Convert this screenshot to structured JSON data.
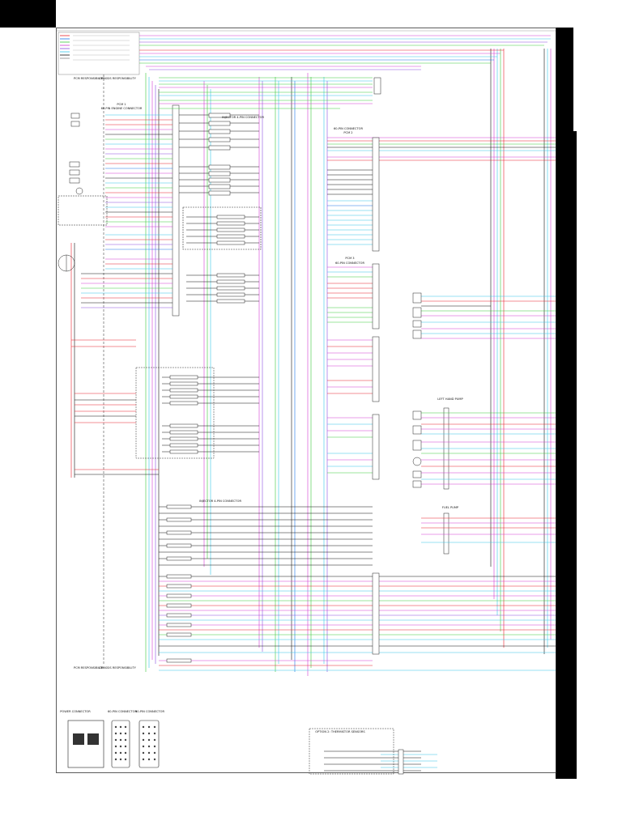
{
  "colors": {
    "red": "#e8202a",
    "blue": "#1a73e8",
    "cyan": "#35c6e8",
    "green": "#3cc93c",
    "magenta": "#d23cd2",
    "violet": "#8a4de0",
    "black": "#111111",
    "gray": "#888888"
  },
  "blocks": {
    "pcm1": "PCM 1",
    "pcm1_conn": "60-PIN ENGINE CONNECTOR",
    "pcm2": "PCM 2",
    "pcm2_conn": "60-PIN CONNECTOR",
    "pcm3": "PCM 3",
    "pcm3_conn": "60-PIN CONNECTOR",
    "injector1": "INJECTOR 4-PIN CONNECTOR",
    "injector2": "INJECTOR 4-PIN CONNECTOR",
    "left_pump": "LEFT HAND PUMP",
    "fuel_pump": "FUEL PUMP",
    "option_box": "OPTION 2: THERMISTOR SENSORS"
  },
  "labels": {
    "responsibility_a": "PCM RESPONSIBILITY",
    "responsibility_b": "CHASSIS RESPONSIBILITY"
  },
  "connectors": {
    "power": "POWER CONNECTOR",
    "pin60": "60-PIN CONNECTOR",
    "pin90": "90-PIN CONNECTOR"
  }
}
